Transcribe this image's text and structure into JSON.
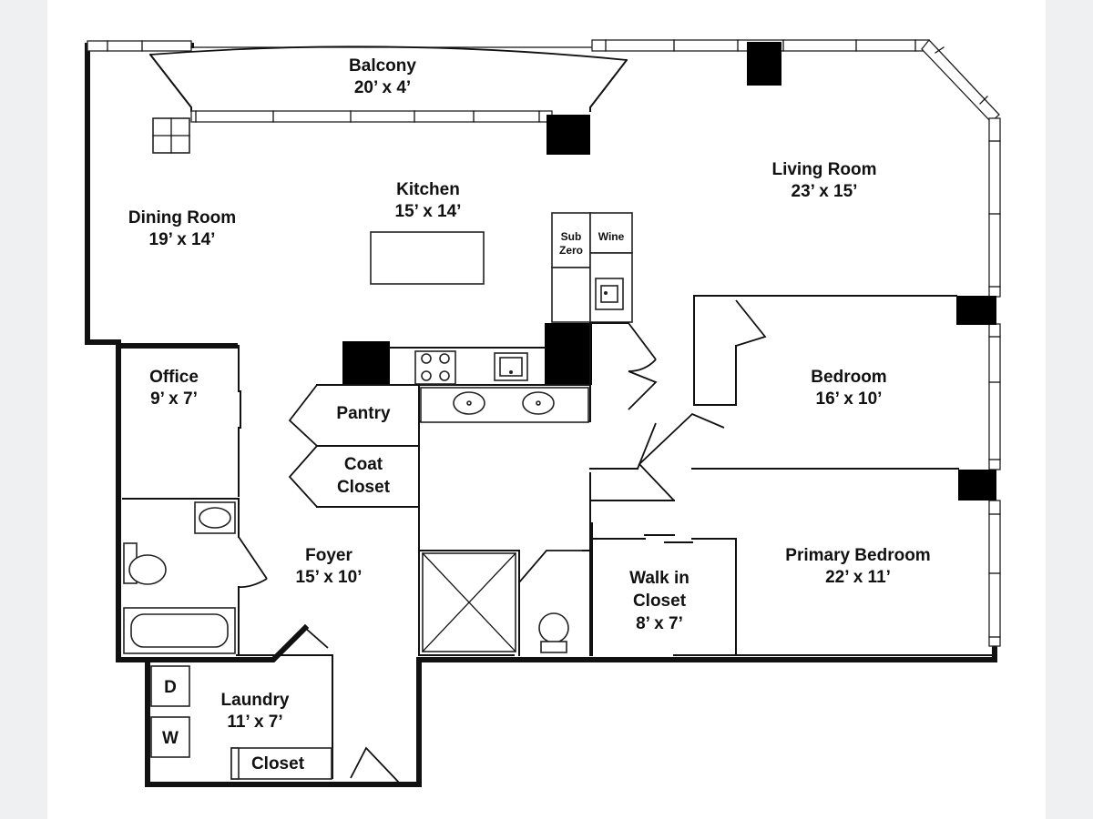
{
  "rooms": {
    "balcony": {
      "name": "Balcony",
      "size": "20’ x 4’"
    },
    "kitchen": {
      "name": "Kitchen",
      "size": "15’ x 14’"
    },
    "dining_room": {
      "name": "Dining Room",
      "size": "19’ x 14’"
    },
    "living_room": {
      "name": "Living Room",
      "size": "23’ x 15’"
    },
    "office": {
      "name": "Office",
      "size": "9’ x 7’"
    },
    "pantry": {
      "name": "Pantry"
    },
    "coat_closet": {
      "name_line1": "Coat",
      "name_line2": "Closet"
    },
    "bedroom": {
      "name": "Bedroom",
      "size": "16’ x 10’"
    },
    "foyer": {
      "name": "Foyer",
      "size": "15’ x 10’"
    },
    "primary_bedroom": {
      "name": "Primary Bedroom",
      "size": "22’ x 11’"
    },
    "walk_in_closet": {
      "name_line1": "Walk in",
      "name_line2": "Closet",
      "size": "8’ x 7’"
    },
    "laundry": {
      "name": "Laundry",
      "size": "11’ x 7’"
    },
    "laundry_closet": {
      "name": "Closet"
    }
  },
  "appliances": {
    "sub_zero_line1": "Sub",
    "sub_zero_line2": "Zero",
    "wine": "Wine",
    "dryer": "D",
    "washer": "W"
  }
}
